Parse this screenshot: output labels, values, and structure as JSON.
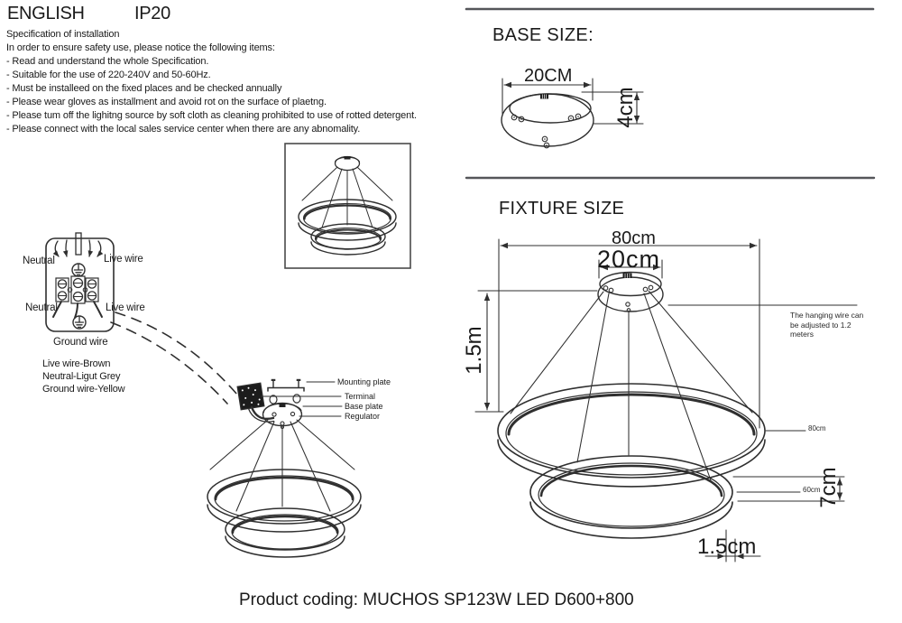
{
  "header": {
    "language": "ENGLISH",
    "ip_rating": "IP20"
  },
  "spec": {
    "lines": [
      "Specification of installation",
      "In order to ensure safety use, please notice the following items:",
      "- Read and understand the whole Specification.",
      "- Suitable for the use of 220-240V and 50-60Hz.",
      "- Must be installeed on the fixed places and be checked annually",
      "- Please wear gloves as installment and avoid rot on the surface of plaetng.",
      "- Please tum off the lighitng source by soft cloth as cleaning prohibited to use of rotted detergent.",
      "- Please connect with the local sales service center when there are any abnomality."
    ]
  },
  "wiring": {
    "top_left": "Neutral",
    "top_right": "Live wire",
    "bottom_left": "Neutral",
    "bottom_right": "Live wire",
    "ground": "Ground wire",
    "legend": [
      "Live wire-Brown",
      "Neutral-Ligut Grey",
      "Ground wire-Yellow"
    ]
  },
  "parts": {
    "mounting_plate": "Mounting plate",
    "terminal": "Terminal",
    "base_plate": "Base plate",
    "regulator": "Regulator"
  },
  "base_size": {
    "title": "BASE SIZE:",
    "diameter": "20CM",
    "height": "4cm"
  },
  "fixture_size": {
    "title": "FIXTURE SIZE",
    "width": "80cm",
    "canopy": "20cm",
    "drop": "1.5m",
    "note": "The hanging wire can be adjusted to 1.2 meters",
    "ring1": "80cm",
    "ring2": "60cm",
    "ring_height": "7cm",
    "ring_width": "1.5cm"
  },
  "footer": {
    "product_coding": "Product coding: MUCHOS SP123W LED D600+800"
  }
}
